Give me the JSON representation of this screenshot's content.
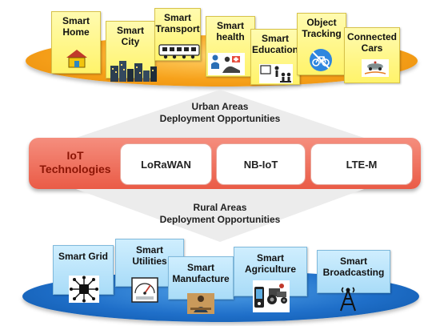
{
  "top_cards": [
    {
      "label": "Smart\nHome",
      "icon": "house-icon"
    },
    {
      "label": "Smart\nCity",
      "icon": "city-buildings-icon"
    },
    {
      "label": "Smart\nTransport",
      "icon": "train-icon"
    },
    {
      "label": "Smart\nhealth",
      "icon": "health-care-icon"
    },
    {
      "label": "Smart\nEducation",
      "icon": "classroom-icon"
    },
    {
      "label": "Object\nTracking",
      "icon": "bicycle-icon"
    },
    {
      "label": "Connected\nCars",
      "icon": "cars-icon"
    }
  ],
  "urban_caption": "Urban Areas\nDeployment Opportunities",
  "iot": {
    "label": "IoT\nTechnologies",
    "technologies": [
      "LoRaWAN",
      "NB-IoT",
      "LTE-M"
    ]
  },
  "rural_caption": "Rural Areas\nDeployment Opportunities",
  "bottom_cards": [
    {
      "label": "Smart Grid",
      "icon": "circuit-chip-icon"
    },
    {
      "label": "Smart\nUtilities",
      "icon": "meter-gauge-icon"
    },
    {
      "label": "Smart\nManufacture",
      "icon": "worker-icon"
    },
    {
      "label": "Smart\nAgriculture",
      "icon": "tractor-icon"
    },
    {
      "label": "Smart\nBroadcasting",
      "icon": "broadcast-tower-icon"
    }
  ],
  "colors": {
    "urban_platform": "#f7a21b",
    "rural_platform": "#1f6fc9",
    "iot_bar": "#ea5b46",
    "iot_text": "#8c1505",
    "top_card": "#fff36a",
    "bottom_card": "#a9dcf8"
  }
}
